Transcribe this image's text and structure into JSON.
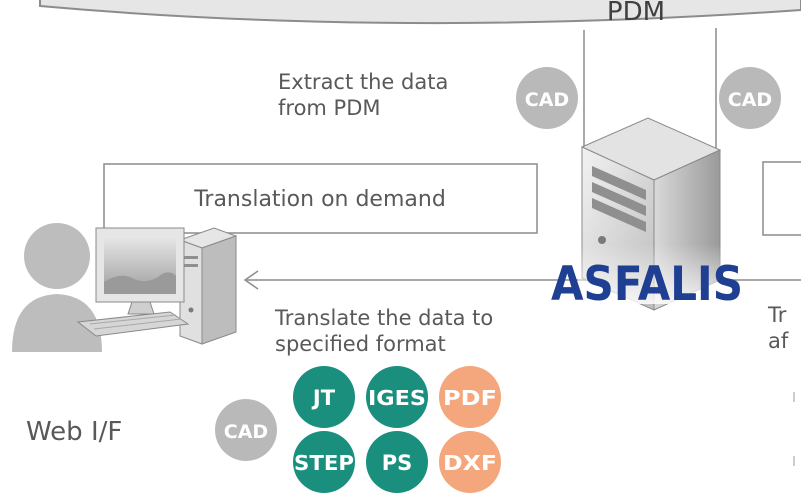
{
  "pdm": {
    "label": "PDM"
  },
  "colors": {
    "teal": "#1a8f7e",
    "orange": "#f4a77c",
    "gray_badge": "#b9b9b9",
    "brand_blue": "#1f3f92",
    "line": "#8c8c8c"
  },
  "labels": {
    "extract_line1": "Extract the data",
    "extract_line2": "from PDM",
    "translation_on_demand": "Translation on demand",
    "translate_line1": "Translate the data to",
    "translate_line2": "specified format",
    "web_if": "Web I/F",
    "right_partial_1": "Tr",
    "right_partial_2": "af"
  },
  "badges": {
    "cad": "CAD",
    "formats": [
      {
        "label": "JT",
        "color": "teal"
      },
      {
        "label": "IGES",
        "color": "teal"
      },
      {
        "label": "PDF",
        "color": "orange"
      },
      {
        "label": "STEP",
        "color": "teal"
      },
      {
        "label": "PS",
        "color": "teal"
      },
      {
        "label": "DXF",
        "color": "orange"
      }
    ]
  },
  "brand": {
    "name": "ASFALIS"
  },
  "icons": [
    "user-icon",
    "desktop-computer-icon",
    "server-icon"
  ]
}
